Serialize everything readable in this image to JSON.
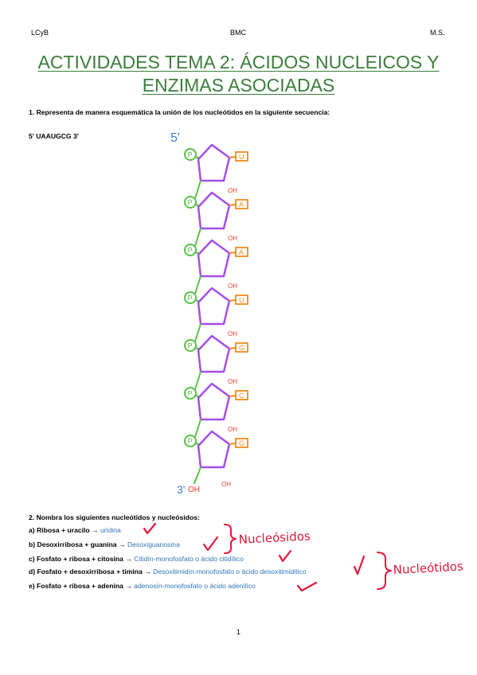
{
  "header": {
    "left": "LCyB",
    "center": "BMC",
    "right": "M.S."
  },
  "title": {
    "line1": "ACTIVIDADES TEMA 2: ÁCIDOS NUCLEICOS Y",
    "line2": "ENZIMAS ASOCIADAS"
  },
  "q1": {
    "number": "1.",
    "text": "Representa de manera esquemática la unión de los nucleótidos en la siguiente secuencia:",
    "sequence": "5' UAAUGCG 3'"
  },
  "drawing": {
    "end5": "5'",
    "end3": "3'",
    "end3_group": "OH",
    "phosphate": "P",
    "hydroxyl": "OH",
    "bases": [
      "U",
      "A",
      "A",
      "U",
      "G",
      "C",
      "G"
    ],
    "colors": {
      "sugar": "#a64de8",
      "phosphate": "#58c247",
      "base": "#f08a1c",
      "label": "#e8402e",
      "end5": "#3d7fd6"
    }
  },
  "q2": {
    "number": "2.",
    "text": "Nombra los siguientes nucleótidos y nucleósidos:",
    "items": [
      {
        "prompt": "a) Ribosa + uracilo",
        "answer": "uridina"
      },
      {
        "prompt": "b) Desoxirribosa + guanina",
        "answer": "Desoxiguanosina"
      },
      {
        "prompt": "c) Fosfato + ribosa + citosina",
        "answer": "Citidín-monofosfato o ácido citidílico"
      },
      {
        "prompt": "d) Fosfato + desoxirribosa + timina",
        "answer": "Desoxitimidín-monofosfato o ácido desoxitimidílico"
      },
      {
        "prompt": "e) Fosfato + ribosa + adenina",
        "answer": "adenosín-monofosfato o ácido adenílico"
      }
    ],
    "arrow": "→",
    "notes": {
      "group1": "Nucleósidos",
      "group2": "Nucleótidos"
    }
  },
  "page_number": "1"
}
